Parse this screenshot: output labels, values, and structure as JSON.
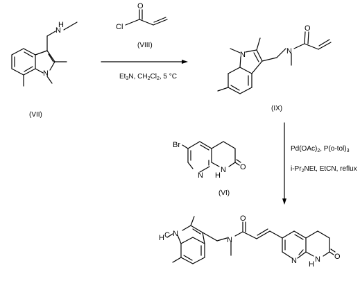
{
  "compounds": {
    "vii": {
      "label": "(VII)",
      "atoms": {
        "n_ring": "N",
        "nh": "N",
        "h": "H"
      }
    },
    "viii": {
      "label": "(VIII)",
      "atoms": {
        "cl": "Cl",
        "o": "O"
      }
    },
    "ix": {
      "label": "(IX)",
      "atoms": {
        "n_ring": "N",
        "n_amide": "N",
        "o": "O"
      }
    },
    "vi": {
      "label": "(VI)",
      "atoms": {
        "br": "Br",
        "n_pyr": "N",
        "nh_n": "N",
        "nh_h": "H",
        "o": "O"
      }
    },
    "product": {
      "atoms": {
        "n_ring": "N",
        "h_me": "H",
        "c3": "C",
        "n_amide": "N",
        "o1": "O",
        "n_pyr": "N",
        "nh_n": "N",
        "nh_h": "H",
        "o2": "O"
      }
    }
  },
  "steps": [
    {
      "conditions_parts": [
        "Et",
        "3",
        "N, CH",
        "2",
        "Cl",
        "2",
        ", 5 °C"
      ]
    },
    {
      "line1_parts": [
        "Pd(OAc)",
        "2",
        ", P(o-tol)",
        "3"
      ],
      "line2_parts": [
        "i-Pr",
        "2",
        "NEt, EtCN, reflux"
      ]
    }
  ]
}
